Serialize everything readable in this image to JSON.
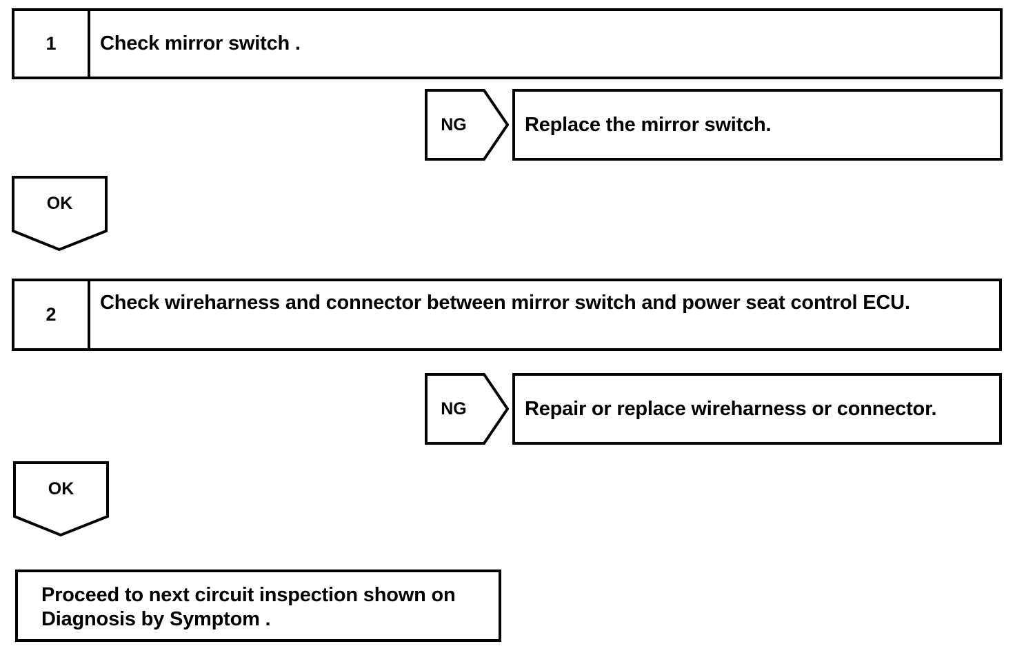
{
  "flowchart": {
    "type": "troubleshooting-flow",
    "steps": [
      {
        "number": "1",
        "instruction": "Check mirror switch .",
        "ng_label": "NG",
        "ng_action": "Replace the mirror switch.",
        "ok_label": "OK"
      },
      {
        "number": "2",
        "instruction": "Check wireharness and connector between mirror switch and power seat control ECU.",
        "ng_label": "NG",
        "ng_action": "Repair or replace wireharness or connector.",
        "ok_label": "OK"
      }
    ],
    "final": {
      "text": "Proceed to next circuit inspection shown on Diagnosis by Symptom ."
    },
    "colors": {
      "line": "#000000",
      "background": "#ffffff",
      "text": "#000000"
    }
  }
}
